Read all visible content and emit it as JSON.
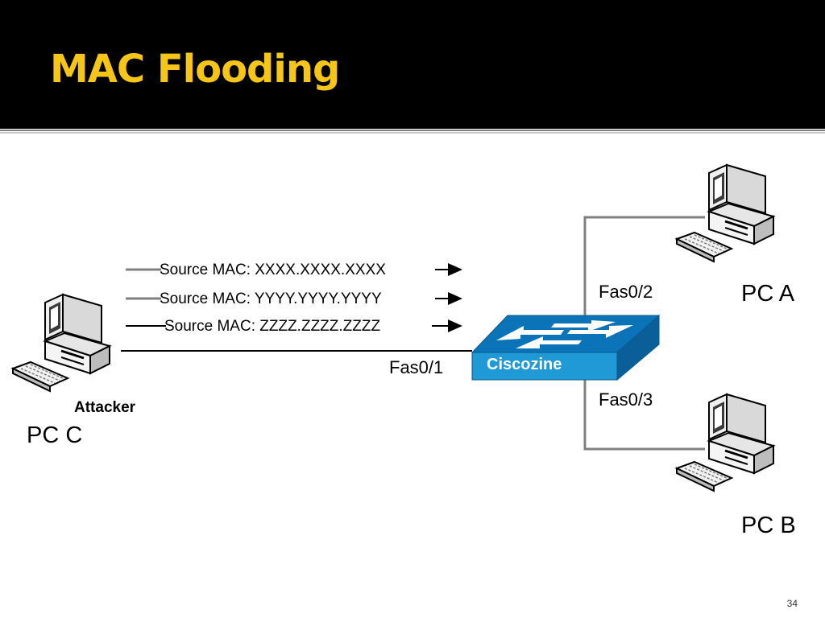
{
  "slide": {
    "title": "MAC Flooding",
    "page_number": "34"
  },
  "diagram": {
    "frames": [
      {
        "text": "Source MAC: XXXX.XXXX.XXXX"
      },
      {
        "text": "Source MAC: YYYY.YYYY.YYYY"
      },
      {
        "text": "Source MAC: ZZZZ.ZZZZ.ZZZZ"
      }
    ],
    "switch": {
      "label": "Ciscozine",
      "color": "#1f9ad6"
    },
    "ports": {
      "p1": "Fas0/1",
      "p2": "Fas0/2",
      "p3": "Fas0/3"
    },
    "nodes": {
      "pc_a": {
        "label": "PC A",
        "icon": "computer-icon"
      },
      "pc_b": {
        "label": "PC B",
        "icon": "computer-icon"
      },
      "pc_c": {
        "label": "PC C",
        "role": "Attacker",
        "icon": "computer-icon"
      }
    }
  }
}
